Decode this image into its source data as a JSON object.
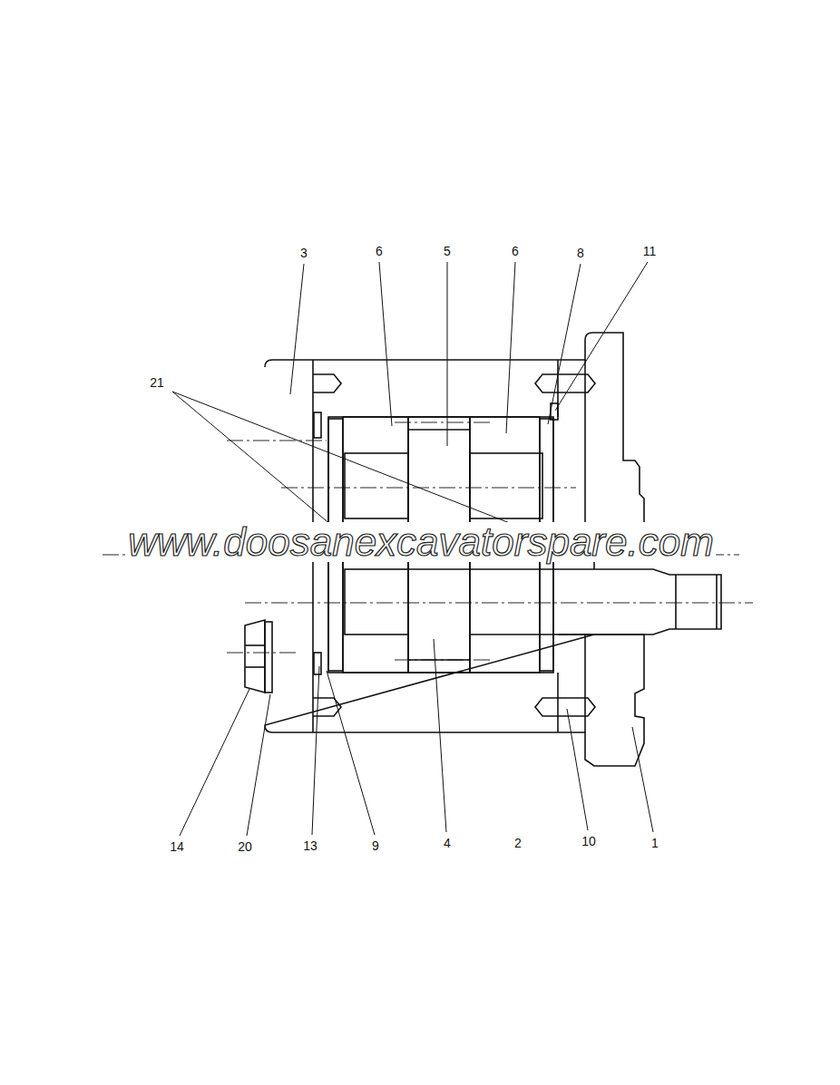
{
  "diagram": {
    "labels": [
      "3",
      "6",
      "5",
      "6",
      "8",
      "11",
      "21",
      "14",
      "20",
      "13",
      "9",
      "4",
      "2",
      "10",
      "1",
      "www.doosanexcavatorspare.com"
    ]
  }
}
